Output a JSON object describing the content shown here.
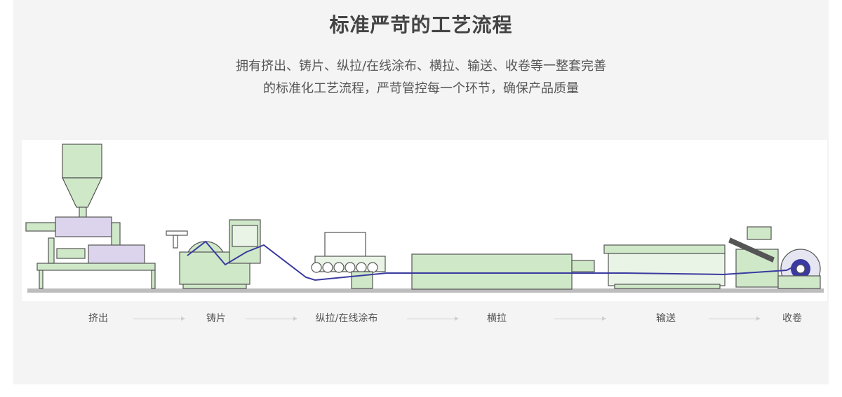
{
  "title": "标准严苛的工艺流程",
  "description": {
    "line1": "拥有挤出、铸片、纵拉/在线涂布、横拉、输送、收卷等一整套完善",
    "line2": "的标准化工艺流程，严苛管控每一个环节，确保产品质量"
  },
  "steps": [
    "挤出",
    "铸片",
    "纵拉/在线涂布",
    "横拉",
    "输送",
    "收卷"
  ],
  "colors": {
    "machine_fill": "#cfe9c8",
    "machine_stroke": "#555555",
    "film_line": "#3a3aa0",
    "floor": "#bdbdbd"
  }
}
